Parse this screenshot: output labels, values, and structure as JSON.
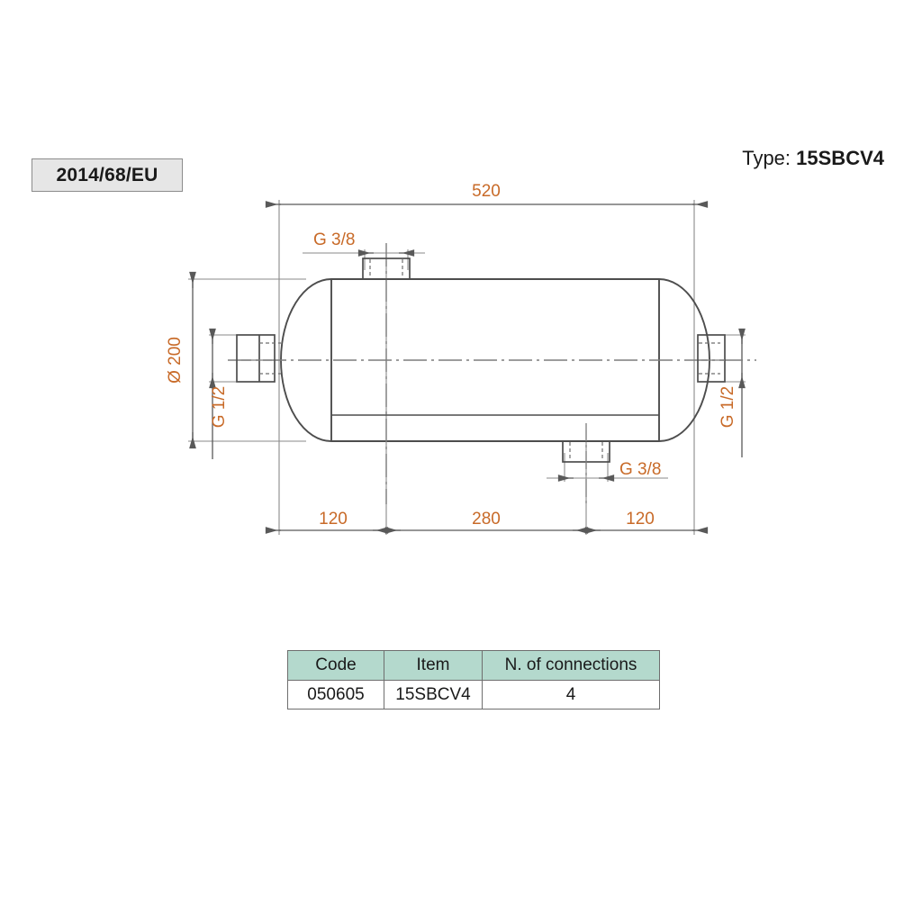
{
  "badge": {
    "directive": "2014/68/EU"
  },
  "header": {
    "type_prefix": "Type:",
    "type_value": "15SBCV4"
  },
  "drawing": {
    "dimensions": {
      "overall_length": "520",
      "segment_left": "120",
      "segment_middle": "280",
      "segment_right": "120",
      "diameter": "Ø 200"
    },
    "connections": {
      "top": "G 3/8",
      "bottom": "G 3/8",
      "left": "G 1/2",
      "right": "G 1/2"
    },
    "colors": {
      "dimension_text": "#c86a28",
      "line": "#595959",
      "thin_line": "#7a7a7a"
    }
  },
  "table": {
    "headers": [
      "Code",
      "Item",
      "N. of connections"
    ],
    "rows": [
      [
        "050605",
        "15SBCV4",
        "4"
      ]
    ],
    "header_background": "#b4d9cd"
  }
}
